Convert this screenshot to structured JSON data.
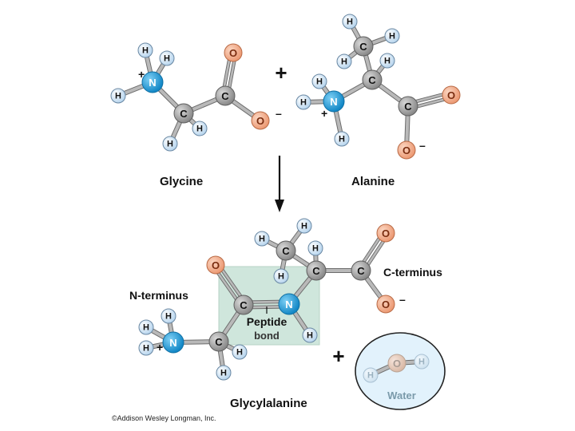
{
  "colors": {
    "nitrogen": "#1c9ad6",
    "carbon": "#9c9c9c",
    "oxygen": "#f2a683",
    "hydrogen": "#cfe3f4",
    "peptide_box": "#cfe6dc",
    "water_circle_fill": "#dff0fb",
    "water_text": "#7a9aaa",
    "bond": "#b9b9b9"
  },
  "labels": {
    "glycine": "Glycine",
    "alanine": "Alanine",
    "glycylalanine": "Glycylalanine",
    "n_terminus": "N-terminus",
    "c_terminus": "C-terminus",
    "peptide_line1": "Peptide",
    "peptide_line2": "bond",
    "water": "Water",
    "plus": "+",
    "minus": "–",
    "copyright": "©Addison Wesley Longman, Inc."
  },
  "atoms": {
    "H": "H",
    "C": "C",
    "N": "N",
    "O": "O"
  },
  "icons": {
    "reaction_arrow": "down-arrow-icon"
  }
}
